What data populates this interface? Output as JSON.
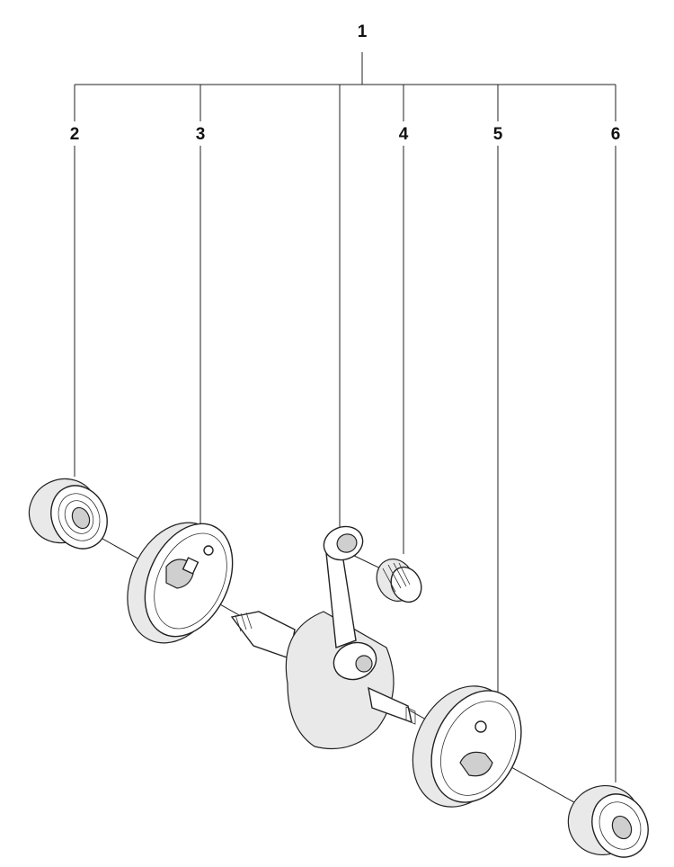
{
  "diagram": {
    "callouts": {
      "assembly": "1",
      "bearing_left": "2",
      "crank_half_left": "3",
      "needle_bearing": "4",
      "crank_half_right": "5",
      "bearing_right": "6"
    },
    "line_color": "#222222",
    "background": "#ffffff"
  }
}
